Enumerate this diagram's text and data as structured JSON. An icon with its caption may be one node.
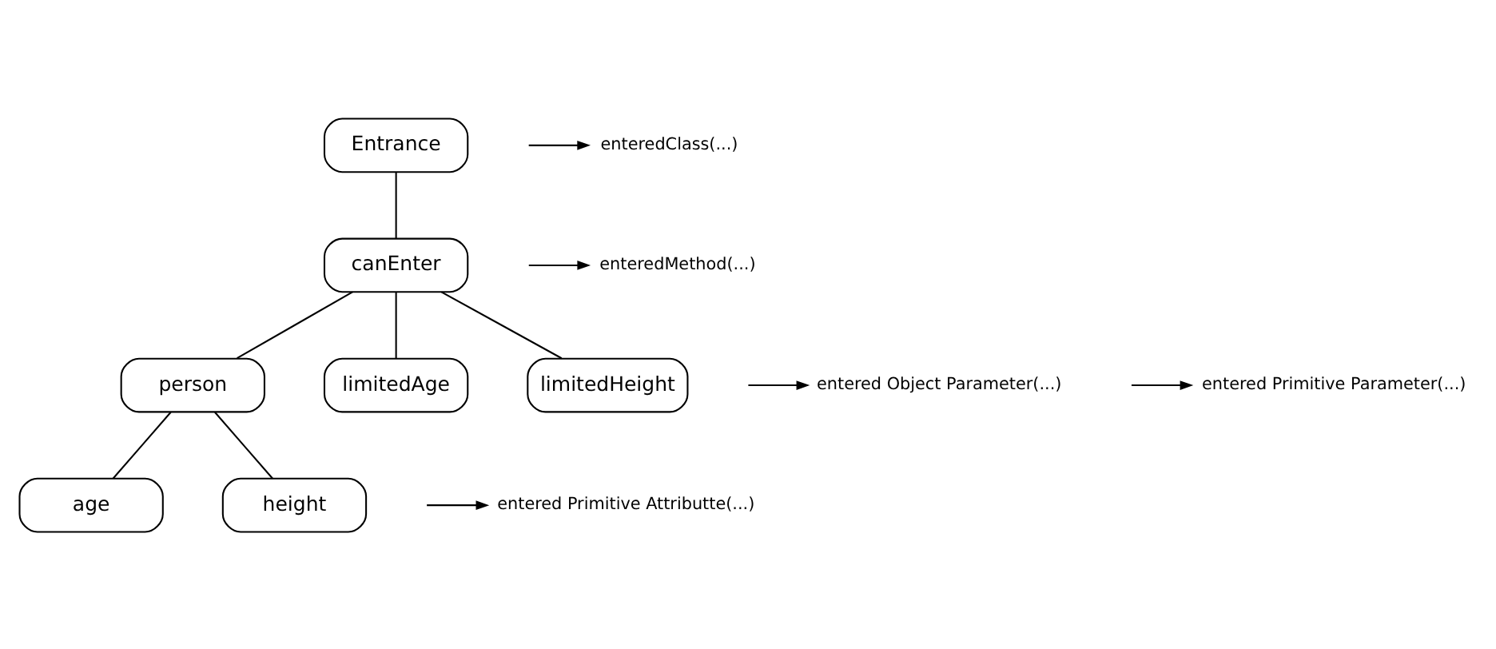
{
  "diagram": {
    "nodes": [
      {
        "text": [
          "Entrance"
        ]
      },
      {
        "text": [
          "canEnter"
        ]
      },
      {
        "text": [
          "person"
        ]
      },
      {
        "text": [
          "limitedAge"
        ]
      },
      {
        "text": [
          "limitedHeight"
        ]
      },
      {
        "text": [
          "age"
        ]
      },
      {
        "text": [
          "height"
        ]
      },
      {
        "text": [
          "enteredClass(...)"
        ]
      },
      {
        "text": [
          "enteredMethod(...)"
        ]
      },
      {
        "text": [
          "entered Object Parameter(...)"
        ]
      },
      {
        "text": [
          "entered Primitive Parameter(...)"
        ]
      },
      {
        "text": [
          "entered Primitive Attributte(...)"
        ]
      }
    ],
    "edges": [
      {
        "from": 0,
        "to": 1,
        "arrow": "none"
      },
      {
        "from": 1,
        "to": 2,
        "arrow": "none"
      },
      {
        "from": 1,
        "to": 3,
        "arrow": "none"
      },
      {
        "from": 1,
        "to": 4,
        "arrow": "none"
      },
      {
        "from": 2,
        "to": 5,
        "arrow": "none"
      },
      {
        "from": 2,
        "to": 6,
        "arrow": "none"
      },
      {
        "from": null,
        "to": 7,
        "arrow": "to"
      },
      {
        "from": null,
        "to": 8,
        "arrow": "to"
      },
      {
        "from": null,
        "to": 9,
        "arrow": "to"
      },
      {
        "from": null,
        "to": 10,
        "arrow": "to"
      },
      {
        "from": null,
        "to": 11,
        "arrow": "to"
      }
    ]
  }
}
